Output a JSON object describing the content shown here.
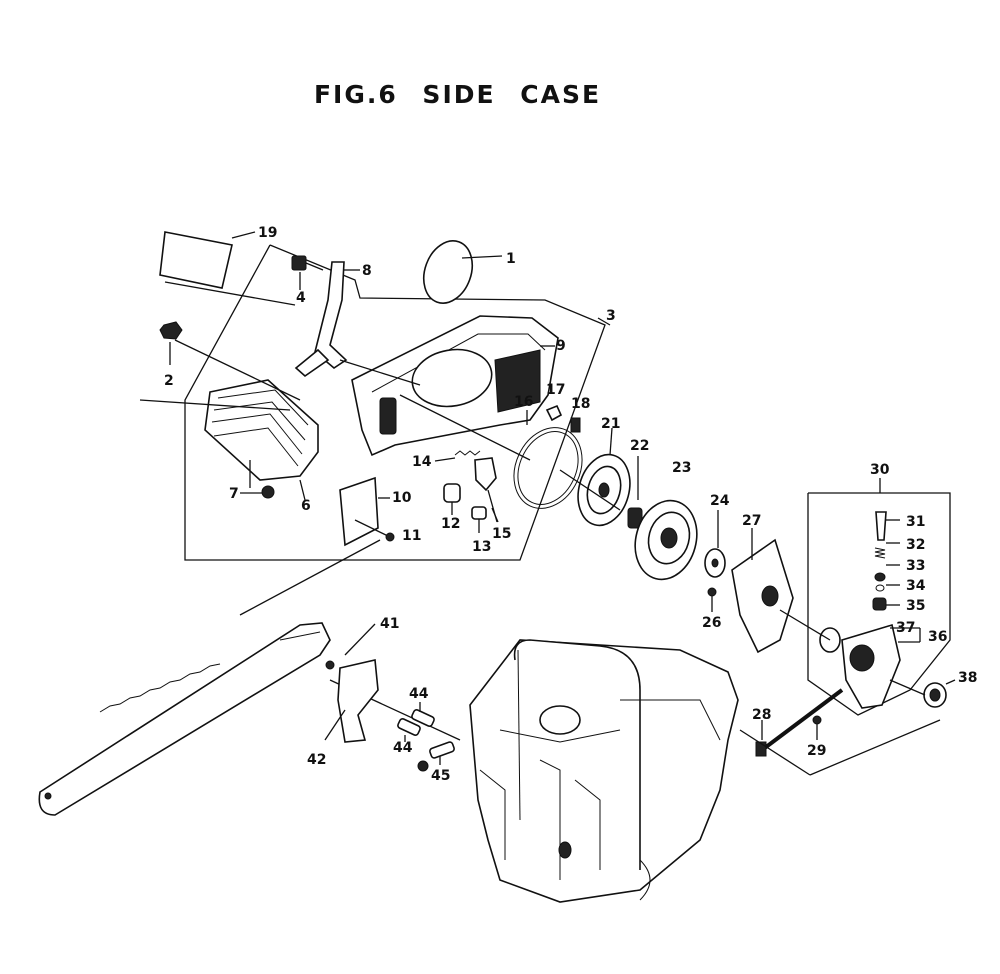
{
  "title": "FIG.6   SIDE CASE",
  "part_numbers": [
    "1",
    "2",
    "3",
    "4",
    "6",
    "7",
    "8",
    "9",
    "10",
    "11",
    "12",
    "13",
    "14",
    "15",
    "16",
    "17",
    "18",
    "19",
    "21",
    "22",
    "23",
    "24",
    "26",
    "27",
    "28",
    "29",
    "30",
    "31",
    "32",
    "33",
    "34",
    "35",
    "36",
    "37",
    "38",
    "41",
    "42",
    "44",
    "44",
    "45"
  ]
}
